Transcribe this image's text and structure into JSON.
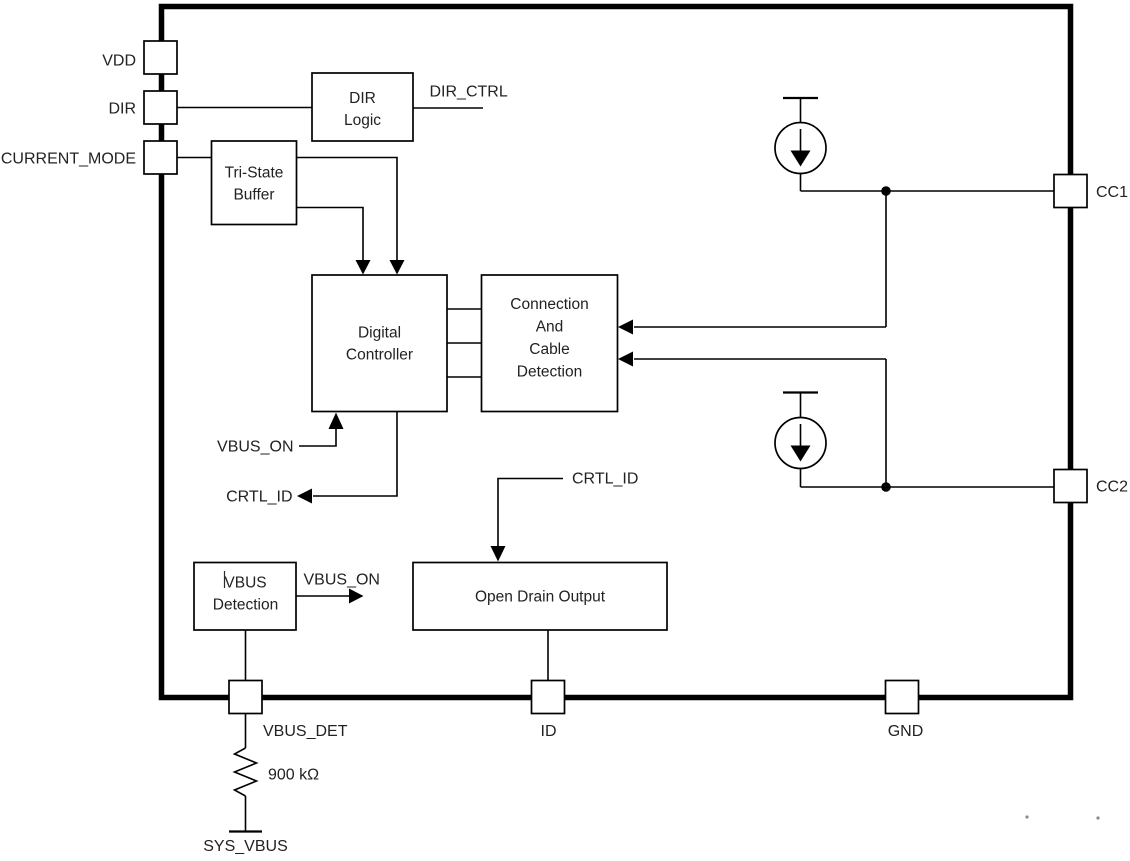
{
  "diagram": {
    "pins": {
      "vdd": "VDD",
      "dir": "DIR",
      "current_mode": "CURRENT_MODE",
      "cc1": "CC1",
      "cc2": "CC2",
      "vbus_det": "VBUS_DET",
      "id": "ID",
      "gnd": "GND"
    },
    "blocks": {
      "dir_logic": {
        "line1": "DIR",
        "line2": "Logic"
      },
      "tri_state_buffer": {
        "line1": "Tri-State",
        "line2": "Buffer"
      },
      "digital_controller": {
        "line1": "Digital",
        "line2": "Controller"
      },
      "connection_cable_detection": {
        "line1": "Connection",
        "line2": "And",
        "line3": "Cable",
        "line4": "Detection"
      },
      "vbus_detection": {
        "line1": "VBUS",
        "line2": "Detection"
      },
      "open_drain_output": {
        "line1": "Open Drain Output"
      }
    },
    "signals": {
      "dir_ctrl": "DIR_CTRL",
      "vbus_on_to_controller": "VBUS_ON",
      "crtl_id_from_controller": "CRTL_ID",
      "crtl_id_to_open_drain": "CRTL_ID",
      "vbus_on_from_detection": "VBUS_ON",
      "resistor_value": "900 kΩ",
      "sys_vbus": "SYS_VBUS"
    },
    "colors": {
      "line": "#000000",
      "text": "#222222",
      "background": "#ffffff"
    }
  }
}
